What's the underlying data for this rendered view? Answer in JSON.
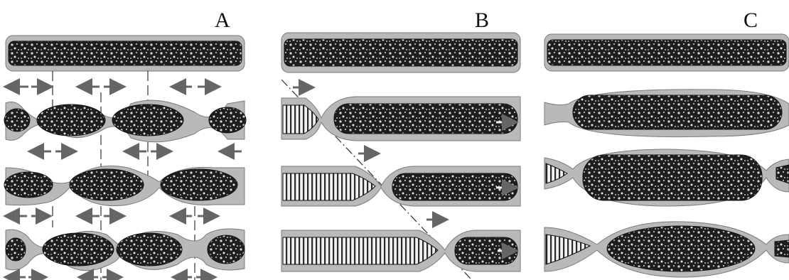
{
  "figure": {
    "panels": [
      {
        "id": "A",
        "label": "A"
      },
      {
        "id": "B",
        "label": "B"
      },
      {
        "id": "C",
        "label": "C"
      }
    ],
    "colors": {
      "sheath": "#b9b9b9",
      "sheath_edge": "#7a7a7a",
      "bead_fill": "#1e1e1e",
      "bead_speckle": "#d8d8d8",
      "striated_fill": "#f2f2f2",
      "striation": "#2a2a2a",
      "arrow": "#666666",
      "guide_line": "#333333"
    },
    "icons": [
      "left-arrow-icon",
      "right-arrow-icon"
    ]
  }
}
